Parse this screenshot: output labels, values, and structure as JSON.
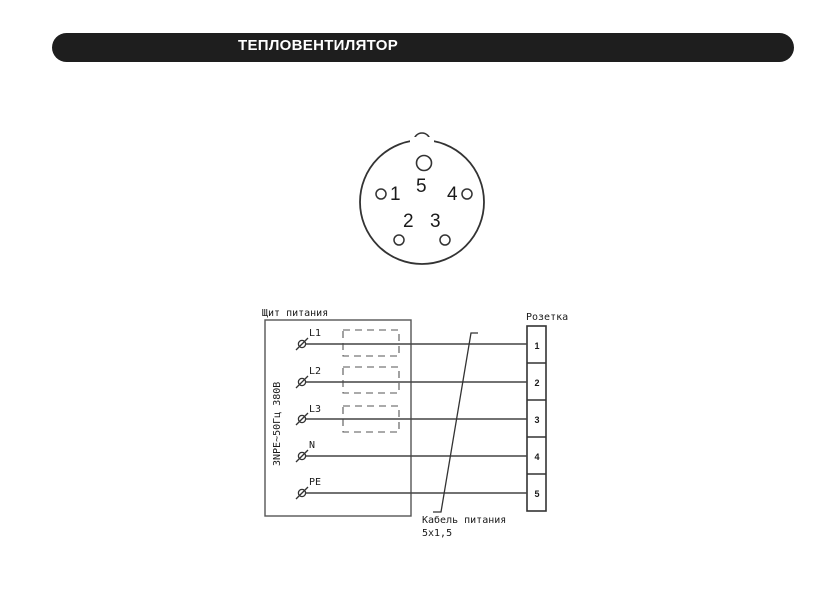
{
  "header": {
    "title": "ТЕПЛОВЕНТИЛЯТОР"
  },
  "connector": {
    "pins": [
      {
        "label": "1"
      },
      {
        "label": "2"
      },
      {
        "label": "3"
      },
      {
        "label": "4"
      },
      {
        "label": "5"
      }
    ]
  },
  "wiring": {
    "panel_title": "Щит питания",
    "supply_label": "3NPE~50Гц 380В",
    "socket_title": "Розетка",
    "cable_label": "Кабель питания",
    "cable_spec": "5x1,5",
    "lines": [
      {
        "label": "L1",
        "terminal": "1"
      },
      {
        "label": "L2",
        "terminal": "2"
      },
      {
        "label": "L3",
        "terminal": "3"
      },
      {
        "label": "N",
        "terminal": "4"
      },
      {
        "label": "PE",
        "terminal": "5"
      }
    ]
  }
}
